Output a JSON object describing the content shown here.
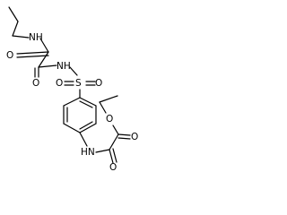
{
  "diagram": {
    "type": "skeletal-structure",
    "background_color": "#ffffff",
    "bond_color": "#000000",
    "atoms": [
      {
        "id": "N1",
        "label": "NH"
      },
      {
        "id": "O1",
        "label": "O"
      },
      {
        "id": "O2",
        "label": "O"
      },
      {
        "id": "N2",
        "label": "NH"
      },
      {
        "id": "S",
        "label": "S"
      },
      {
        "id": "O3",
        "label": "O"
      },
      {
        "id": "O4",
        "label": "O"
      },
      {
        "id": "O5",
        "label": "O"
      },
      {
        "id": "O6",
        "label": "O"
      },
      {
        "id": "N3",
        "label": "HN"
      },
      {
        "id": "O7",
        "label": "O"
      }
    ]
  }
}
